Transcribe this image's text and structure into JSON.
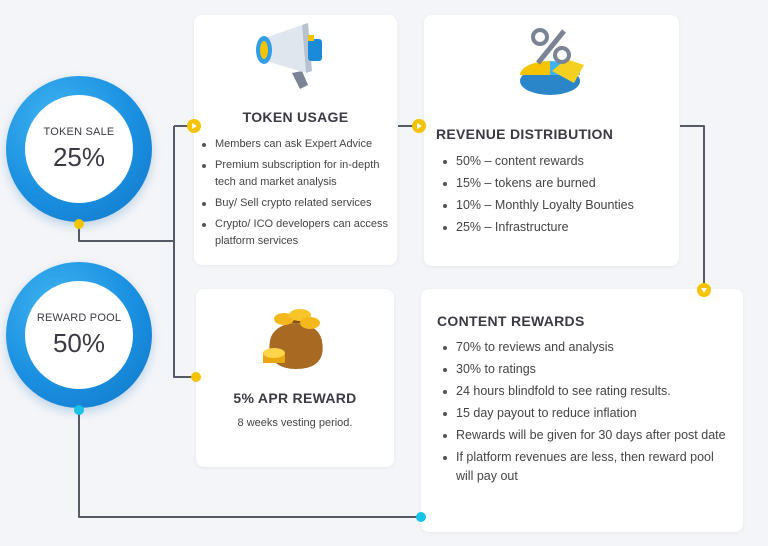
{
  "token_sale": {
    "label": "TOKEN SALE",
    "percent": "25%"
  },
  "reward_pool": {
    "label": "REWARD POOL",
    "percent": "50%"
  },
  "token_usage": {
    "title": "TOKEN USAGE",
    "icon": "megaphone-icon",
    "items": [
      "Members can ask Expert Advice",
      "Premium subscription for in-depth tech and market analysis",
      "Buy/ Sell crypto related services",
      "Crypto/ ICO developers can access platform services"
    ]
  },
  "revenue_distribution": {
    "title": "REVENUE DISTRIBUTION",
    "icon": "pie-chart-percent-icon",
    "items": [
      "50%  – content rewards",
      "15% – tokens are burned",
      "10% – Monthly Loyalty Bounties",
      "25% – Infrastructure"
    ]
  },
  "apr_reward": {
    "title": "5% APR REWARD",
    "icon": "money-bag-coins-icon",
    "subtitle": "8 weeks vesting period."
  },
  "content_rewards": {
    "title": "CONTENT REWARDS",
    "items": [
      "70% to reviews and analysis",
      "30% to ratings",
      "24 hours blindfold to see rating results.",
      "15 day payout to reduce inflation",
      "Rewards will be given for 30 days after post date",
      "If platform revenues are less, then reward pool will pay out"
    ]
  },
  "colors": {
    "ring_blue": "#1a8fe0",
    "accent_yellow": "#f5c400",
    "accent_cyan": "#17c3e8",
    "connector": "#555a66"
  }
}
